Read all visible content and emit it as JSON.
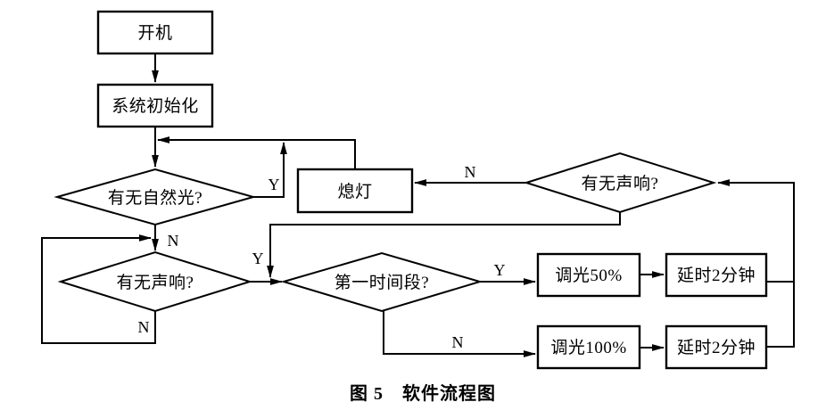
{
  "figure": {
    "caption": "图 5　软件流程图"
  },
  "flowchart": {
    "background": "#ffffff",
    "line_color": "#000000",
    "nodes": {
      "power_on": "开机",
      "system_init": "系统初始化",
      "lights_off": "熄灯",
      "natural_light_q": "有无自然光?",
      "sound_q_right": "有无声响?",
      "sound_q_left": "有无声响?",
      "first_period_q": "第一时间段?",
      "dim_50": "调光50%",
      "delay_2min_top": "延时2分钟",
      "dim_100": "调光100%",
      "delay_2min_bottom": "延时2分钟"
    },
    "edge_labels": {
      "natural_light_yes": "Y",
      "natural_light_no": "N",
      "sound_right_no": "N",
      "sound_yes_junction": "Y",
      "sound_left_no": "N",
      "first_period_yes": "Y",
      "first_period_no": "N"
    },
    "edges": [
      {
        "from": "power_on",
        "to": "system_init"
      },
      {
        "from": "system_init",
        "to": "natural_light_q"
      },
      {
        "from": "natural_light_q",
        "to": "recheck_loop_before_natural_light_q",
        "label": "Y"
      },
      {
        "from": "natural_light_q",
        "to": "sound_q_left",
        "label": "N"
      },
      {
        "from": "sound_q_right",
        "to": "lights_off",
        "label": "N"
      },
      {
        "from": "lights_off",
        "to": "natural_light_q"
      },
      {
        "from": "sound_q_right",
        "to": "first_period_q",
        "label": "Y"
      },
      {
        "from": "sound_q_left",
        "to": "first_period_q"
      },
      {
        "from": "sound_q_left",
        "to": "sound_q_left",
        "label": "N"
      },
      {
        "from": "first_period_q",
        "to": "dim_50",
        "label": "Y"
      },
      {
        "from": "first_period_q",
        "to": "dim_100",
        "label": "N"
      },
      {
        "from": "dim_50",
        "to": "delay_2min_top"
      },
      {
        "from": "dim_100",
        "to": "delay_2min_bottom"
      },
      {
        "from": "delay_2min_top",
        "to": "sound_q_right"
      },
      {
        "from": "delay_2min_bottom",
        "to": "sound_q_right"
      }
    ]
  }
}
